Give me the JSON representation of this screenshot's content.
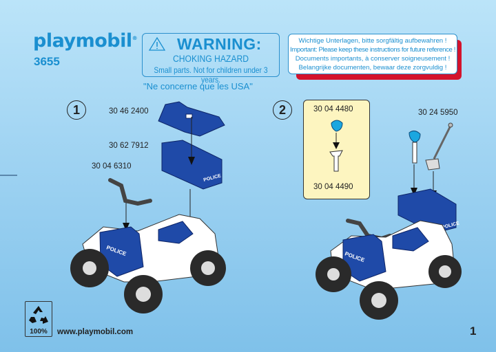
{
  "brand": {
    "logo": "playmobil",
    "product_number": "3655"
  },
  "warning": {
    "title": "WARNING:",
    "subtitle": "CHOKING HAZARD",
    "detail": "Small parts. Not for children under 3 years.",
    "note": "\"Ne concerne que les USA\"",
    "icon": "warning-triangle-icon"
  },
  "keep_notice": {
    "lines": [
      "Wichtige Unterlagen, bitte sorgfältig aufbewahren !",
      "Important: Please keep these instructions for future reference !",
      "Documents importants, à conserver soigneusement !",
      "Belangrijke documenten, bewaar deze zorgvuldig !"
    ]
  },
  "steps": [
    {
      "number": "1",
      "parts": [
        "30 46 2400",
        "30 62 7912",
        "30 04 6310"
      ]
    },
    {
      "number": "2",
      "inset_parts": [
        "30 04 4480",
        "30 04 4490"
      ],
      "parts": [
        "30 24 5950"
      ]
    }
  ],
  "labels": {
    "police": "POLICE"
  },
  "footer": {
    "recycle_percent": "100%",
    "url": "www.playmobil.com",
    "page_number": "1"
  },
  "colors": {
    "brand_blue": "#1a8fd0",
    "accent_red": "#d4132c",
    "part_blue": "#1f4aa8",
    "inset_yellow": "#fdf5c0"
  }
}
